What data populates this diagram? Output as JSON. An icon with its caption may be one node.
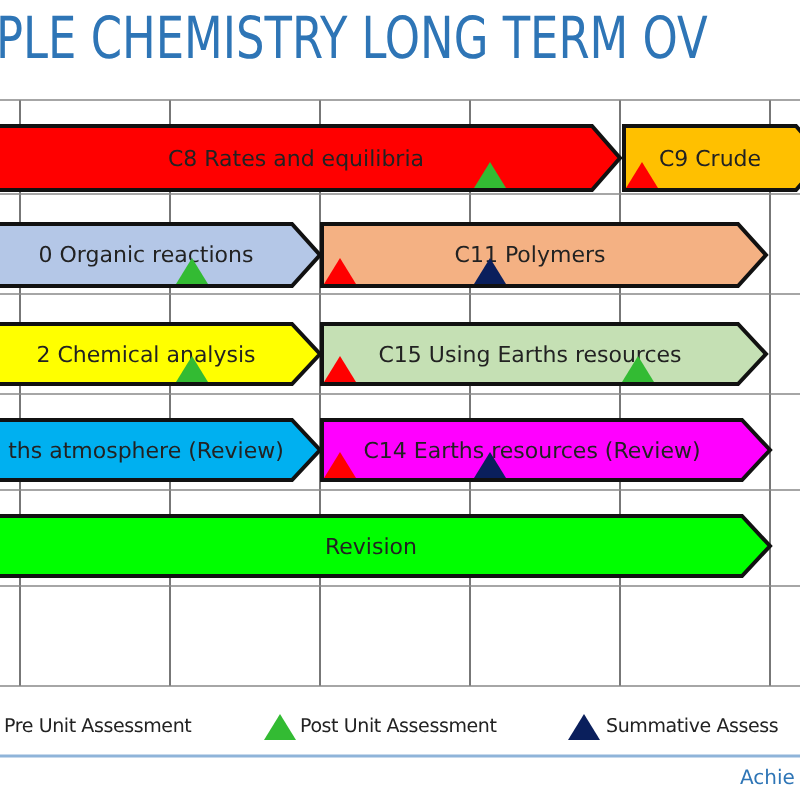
{
  "diagram": {
    "title": "PLE CHEMISTRY LONG TERM OV",
    "nodes": [
      {
        "text": [
          "C8 Rates and equilibria"
        ]
      },
      {
        "text": [
          "C9 Crude"
        ]
      },
      {
        "text": [
          "0 Organic reactions"
        ]
      },
      {
        "text": [
          "C11 Polymers"
        ]
      },
      {
        "text": [
          "2 Chemical analysis"
        ]
      },
      {
        "text": [
          "C15 Using Earths resources"
        ]
      },
      {
        "text": [
          "ths atmosphere (Review)"
        ]
      },
      {
        "text": [
          "C14 Earths resources (Review)"
        ]
      },
      {
        "text": [
          "Revision"
        ]
      }
    ],
    "labels": [
      "Achie"
    ],
    "legend": [
      {
        "text": "Pre Unit Assessment"
      },
      {
        "text": "Post Unit Assessment"
      },
      {
        "text": "Summative Assess"
      }
    ]
  }
}
